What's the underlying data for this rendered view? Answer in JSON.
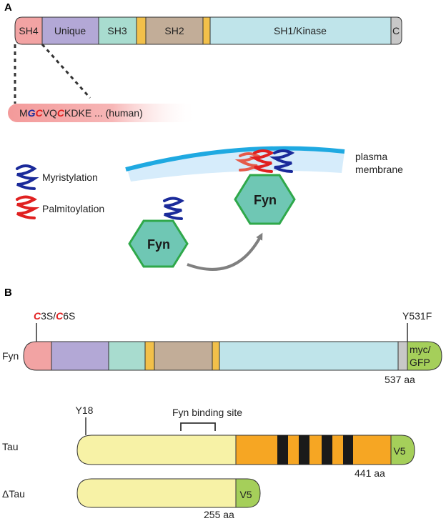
{
  "colors": {
    "sh4": "#f2a3a3",
    "unique": "#b3a8d6",
    "sh3": "#a8dccf",
    "linker": "#f2c04a",
    "sh2": "#c2ad98",
    "kinase": "#bfe4ea",
    "cterm": "#c8c8c8",
    "tag": "#a5cf5a",
    "tau_n": "#f7f2a6",
    "tau_repeat": "#f6a623",
    "tau_stripe": "#1a1a1a",
    "fyn_hex": "#6fc7b4",
    "fyn_hex_border": "#2fa84a",
    "myristyl": "#1a2a9a",
    "palmitoyl": "#e02020",
    "membrane_top": "#1fa9e1",
    "membrane_body": "#d6ecfb",
    "red_residue": "#e02020",
    "blue_residue": "#1a2a9a"
  },
  "panel_a": {
    "label": "A",
    "domains": {
      "sh4": "SH4",
      "unique": "Unique",
      "sh3": "SH3",
      "sh2": "SH2",
      "kinase": "SH1/Kinase",
      "cterm": "C"
    },
    "sequence": {
      "m": "M",
      "g": "G",
      "c1": "C",
      "mid": "VQ",
      "c2": "C",
      "rest": "KDKE ... (human)"
    },
    "legend": {
      "myristylation": "Myristylation",
      "palmitoylation": "Palmitoylation"
    },
    "membrane_label_1": "plasma",
    "membrane_label_2": "membrane",
    "fyn_label": "Fyn"
  },
  "panel_b": {
    "label": "B",
    "fyn_row_label": "Fyn",
    "mutation_left": {
      "c1": "C",
      "mid": "3S/",
      "c2": "C",
      "end": "6S"
    },
    "mutation_right": "Y531F",
    "tag_line1": "myc/",
    "tag_line2": "GFP",
    "fyn_length": "537 aa",
    "tau_row_label": "Tau",
    "y18": "Y18",
    "binding_site": "Fyn binding site",
    "v5": "V5",
    "tau_length": "441 aa",
    "dtau_row_label": "ΔTau",
    "dtau_length": "255 aa"
  }
}
